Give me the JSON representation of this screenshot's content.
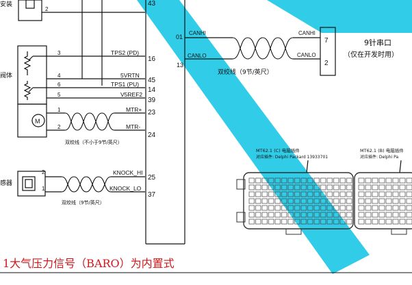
{
  "labels": {
    "left_top": "安装",
    "left_body": "阀体",
    "left_knock": "感器"
  },
  "left_block": {
    "pins": [
      {
        "num": "2",
        "signal": "",
        "ecu_pin": "43"
      },
      {
        "num": "3",
        "signal": "TPS2 (PD)",
        "ecu_pin": "16"
      },
      {
        "num": "4",
        "signal": "5VRTN",
        "ecu_pin": "45"
      },
      {
        "num": "6",
        "signal": "TPS1 (PU)",
        "ecu_pin": "14"
      },
      {
        "num": "5",
        "signal": "V5REF2",
        "ecu_pin": "39"
      },
      {
        "num": "1",
        "signal": "MTR+",
        "ecu_pin": "23"
      },
      {
        "num": "2",
        "signal": "MTR-",
        "ecu_pin": "24"
      }
    ],
    "motor_symbol": "M",
    "twist_label_1": "双绞线（不小于9节/英尺）",
    "knock_pins": [
      {
        "num": "2",
        "signal": "KNOCK_HI",
        "ecu_pin": "25"
      },
      {
        "num": "1",
        "signal": "KNOCK_LO",
        "ecu_pin": "37"
      }
    ],
    "twist_label_2": "双绞线（9节/英尺）"
  },
  "can": {
    "ecu_pins": [
      "01",
      "13"
    ],
    "signals_left": [
      "CANHI",
      "CANLO"
    ],
    "signals_right": [
      "CANHI",
      "CANLO"
    ],
    "connector_pins": [
      "7",
      "2"
    ],
    "twist_label": "双绞线（9节/英尺）",
    "port_title": "9针串口",
    "port_subtitle": "（仅在开发时用）"
  },
  "connectors": {
    "left_title": "MT62.1 (C) 电脑插件",
    "left_sub": "对应插件: Delphi Packard 13933701",
    "right_title": "MT62.1 (B) 电脑插件",
    "right_sub": "对应插件: Delphi Pa"
  },
  "footnote": "1大气压力信号（BARO）为内置式",
  "colors": {
    "watermark": "#19c6e6",
    "footnote": "#d0181b",
    "line": "#111111"
  }
}
